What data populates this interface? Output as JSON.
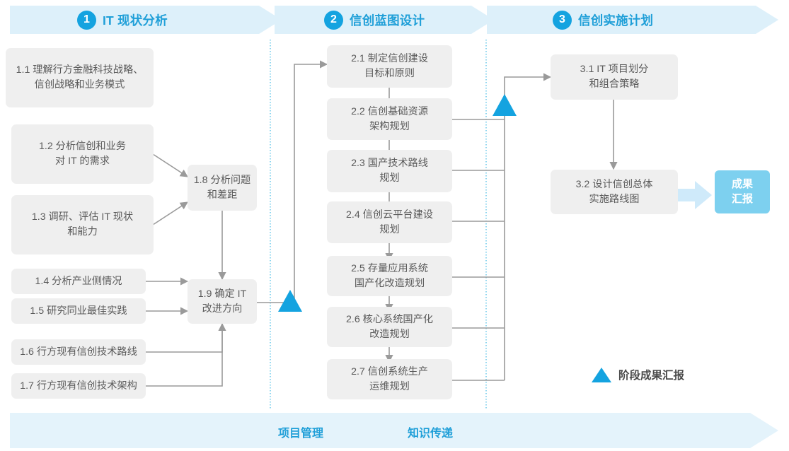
{
  "header": {
    "phases": [
      {
        "num": "1",
        "title": "IT 现状分析"
      },
      {
        "num": "2",
        "title": "信创蓝图设计"
      },
      {
        "num": "3",
        "title": "信创实施计划"
      }
    ]
  },
  "phase1": {
    "tasks": [
      {
        "id": "1.1",
        "label": "1.1 理解行方金融科技战略、\n信创战略和业务模式"
      },
      {
        "id": "1.2",
        "label": "1.2 分析信创和业务\n对 IT 的需求"
      },
      {
        "id": "1.3",
        "label": "1.3 调研、评估 IT 现状\n和能力"
      },
      {
        "id": "1.4",
        "label": "1.4 分析产业侧情况"
      },
      {
        "id": "1.5",
        "label": "1.5 研究同业最佳实践"
      },
      {
        "id": "1.6",
        "label": "1.6 行方现有信创技术路线"
      },
      {
        "id": "1.7",
        "label": "1.7 行方现有信创技术架构"
      }
    ],
    "merge": [
      {
        "id": "1.8",
        "label": "1.8 分析问题\n和差距"
      },
      {
        "id": "1.9",
        "label": "1.9 确定 IT\n改进方向"
      }
    ]
  },
  "phase2": {
    "tasks": [
      {
        "id": "2.1",
        "label": "2.1 制定信创建设\n目标和原则"
      },
      {
        "id": "2.2",
        "label": "2.2 信创基础资源\n架构规划"
      },
      {
        "id": "2.3",
        "label": "2.3 国产技术路线\n规划"
      },
      {
        "id": "2.4",
        "label": "2.4 信创云平台建设\n规划"
      },
      {
        "id": "2.5",
        "label": "2.5 存量应用系统\n国产化改造规划"
      },
      {
        "id": "2.6",
        "label": "2.6 核心系统国产化\n改造规划"
      },
      {
        "id": "2.7",
        "label": "2.7 信创系统生产\n运维规划"
      }
    ]
  },
  "phase3": {
    "tasks": [
      {
        "id": "3.1",
        "label": "3.1 IT 项目划分\n和组合策略"
      },
      {
        "id": "3.2",
        "label": "3.2 设计信创总体\n实施路线图"
      }
    ],
    "result_badge": "成果\n汇报"
  },
  "legend": {
    "label": "阶段成果汇报",
    "marker": "triangle-up"
  },
  "footer": {
    "labels": [
      "项目管理",
      "知识传递"
    ]
  },
  "colors": {
    "accent": "#14a3e0",
    "accent_light": "#7dd0ef",
    "band": "#ddf0fa",
    "band_alt": "#e4f3fb",
    "box_bg": "#efefef",
    "box_text": "#5a5a5a",
    "connector": "#9a9a9a",
    "divider": "#5bc4e8"
  }
}
